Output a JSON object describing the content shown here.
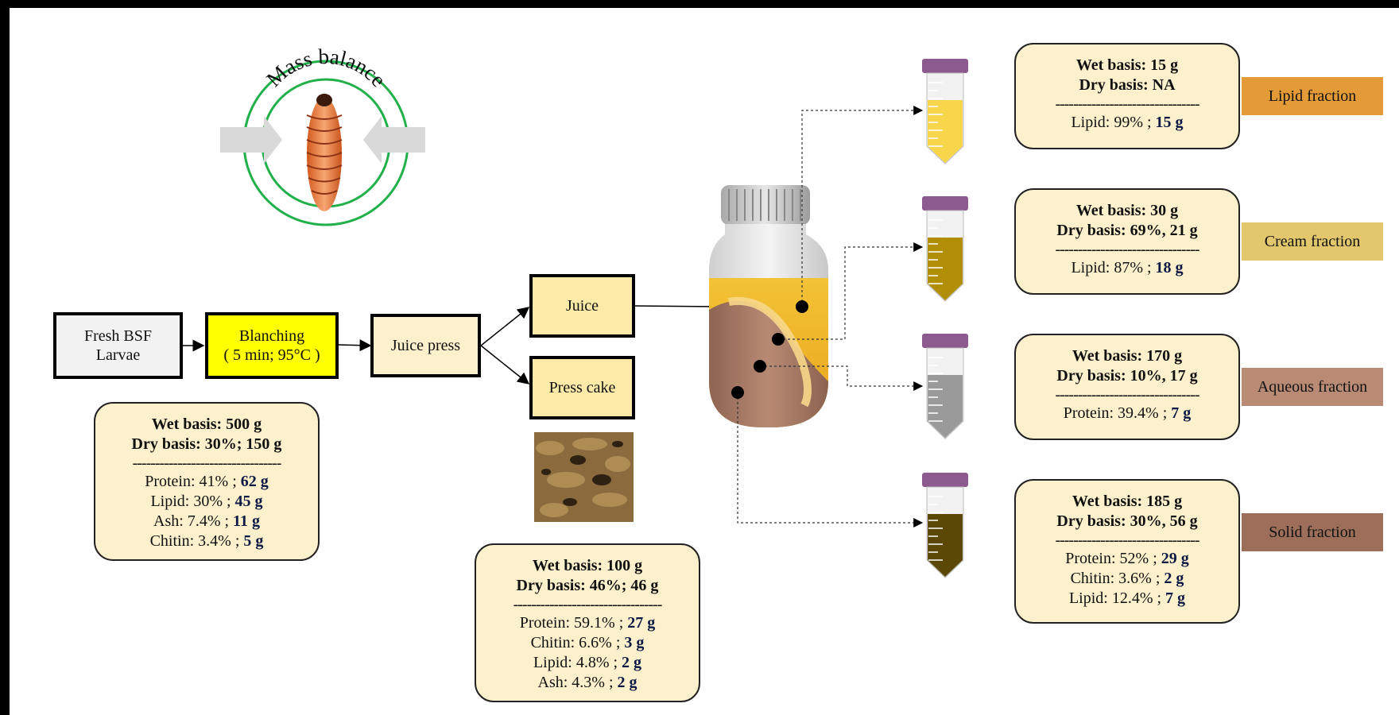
{
  "logo": {
    "title": "Mass balance"
  },
  "process": {
    "fresh": [
      "Fresh BSF",
      "Larvae"
    ],
    "blanching": [
      "Blanching",
      "( 5 min; 95°C )"
    ],
    "juice_press": "Juice press",
    "juice": "Juice",
    "press_cake": "Press cake"
  },
  "larvae_card": {
    "wet": "Wet basis: 500 g",
    "dry": "Dry basis: 30%; 150 g",
    "separator": "---------------------------------",
    "rows": [
      {
        "label": "Protein: 41% ; ",
        "value": "62 g"
      },
      {
        "label": "Lipid: 30% ; ",
        "value": "45 g"
      },
      {
        "label": "Ash: 7.4% ; ",
        "value": "11 g"
      },
      {
        "label": "Chitin: 3.4% ; ",
        "value": "5 g"
      }
    ]
  },
  "presscake_card": {
    "wet": "Wet basis: 100 g",
    "dry": "Dry basis: 46%; 46 g",
    "separator": "---------------------------------",
    "rows": [
      {
        "label": "Protein: 59.1% ; ",
        "value": "27 g"
      },
      {
        "label": "Chitin: 6.6% ; ",
        "value": "3 g"
      },
      {
        "label": "Lipid: 4.8% ; ",
        "value": "2 g"
      },
      {
        "label": "Ash: 4.3% ; ",
        "value": "2 g"
      }
    ]
  },
  "fractions": [
    {
      "tag": "Lipid fraction",
      "tag_color": "#e39a37",
      "tube_color": "#f7d64c",
      "wet": "Wet basis: 15 g",
      "dry": "Dry basis: NA",
      "separator": "--------------------------------",
      "rows": [
        {
          "label": "Lipid: 99% ; ",
          "value": "15 g"
        }
      ]
    },
    {
      "tag": "Cream fraction",
      "tag_color": "#e3c76d",
      "tube_color": "#b08f06",
      "wet": "Wet basis: 30 g",
      "dry": "Dry basis: 69%, 21 g",
      "separator": "--------------------------------",
      "rows": [
        {
          "label": "Lipid: 87% ; ",
          "value": "18 g"
        }
      ]
    },
    {
      "tag": "Aqueous fraction",
      "tag_color": "#b98a74",
      "tube_color": "#9a9a9a",
      "wet": "Wet basis: 170 g",
      "dry": "Dry basis: 10%, 17 g",
      "separator": "--------------------------------",
      "rows": [
        {
          "label": "Protein: 39.4% ; ",
          "value": "7 g"
        }
      ]
    },
    {
      "tag": "Solid fraction",
      "tag_color": "#9d6f5a",
      "tube_color": "#5c4806",
      "wet": "Wet basis: 185 g",
      "dry": "Dry basis: 30%, 56 g",
      "separator": "--------------------------------",
      "rows": [
        {
          "label": "Protein: 52% ; ",
          "value": "29 g"
        },
        {
          "label": "Chitin: 3.6% ; ",
          "value": "2 g"
        },
        {
          "label": "Lipid: 12.4% ; ",
          "value": "7 g"
        }
      ]
    }
  ]
}
